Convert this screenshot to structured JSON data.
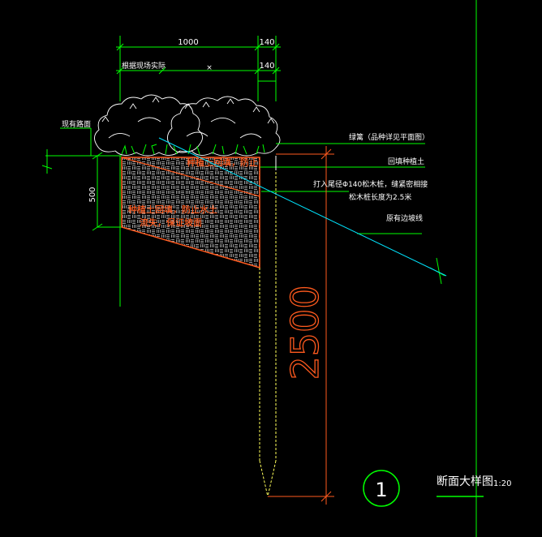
{
  "dimensions": {
    "width_1000": "1000",
    "width_140_top": "140",
    "width_140_bottom": "140",
    "span_label": "根据现场实际",
    "span_marker": "×",
    "depth_500": "500",
    "pile_length": "2500"
  },
  "labels": {
    "existing_pavement": "现有路面",
    "greening": "绿篱（品种详见平面图）",
    "backfill": "回填种植土",
    "pile_note_line1": "打入尾径Φ140松木桩，缝紧密相接",
    "pile_note_line2": "松木桩长度为2.5米",
    "original_slope": "原有边坡线"
  },
  "hatch_text": {
    "upper": "种植土回填，防止",
    "lower_line1": "种植土回填，防止水土",
    "lower_line2": "流失，保证坡面"
  },
  "title": {
    "number": "1",
    "name": "断面大样图",
    "scale": "1:20"
  },
  "colors": {
    "dim": "#00ff00",
    "orange": "#ff5a1e",
    "yellow": "#ffff5a",
    "cyan": "#00e5ff",
    "white": "#ffffff",
    "text": "#ffffff"
  }
}
